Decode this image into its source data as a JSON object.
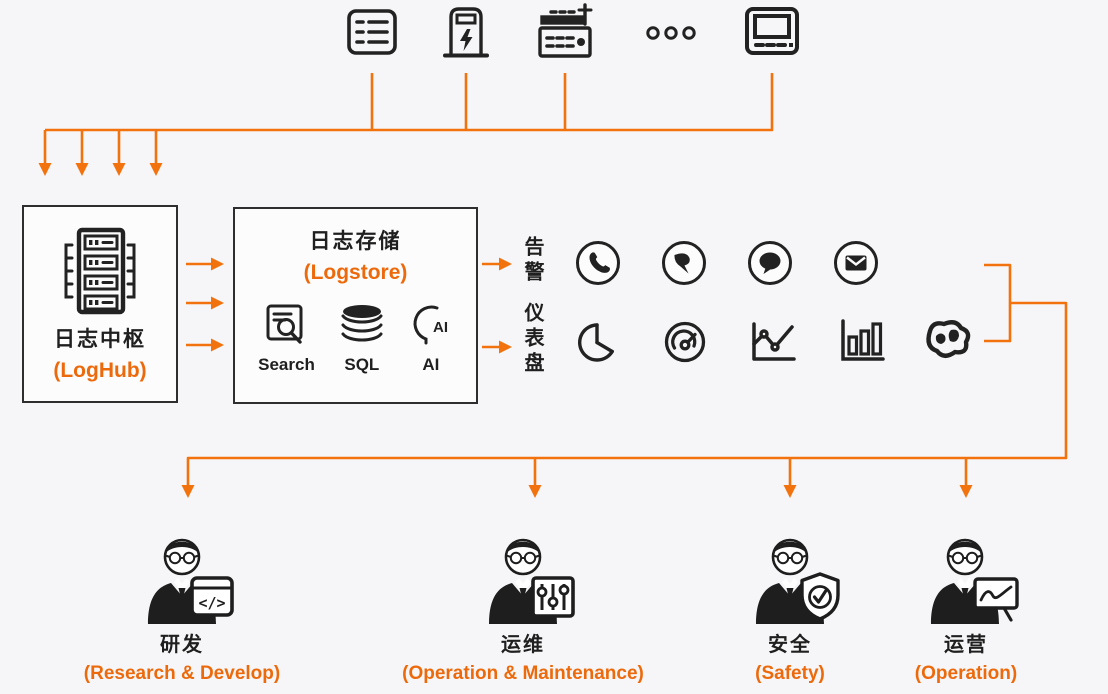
{
  "colors": {
    "accent_text": "#ED6A0C",
    "accent_line": "#F2720E",
    "ink": "#1F1F1F",
    "background": "#F6F6F8"
  },
  "sources": {
    "items": [
      {
        "icon": "server-logs-icon"
      },
      {
        "icon": "power-station-icon"
      },
      {
        "icon": "radio-gateway-icon"
      },
      {
        "icon": "more-dots-icon"
      },
      {
        "icon": "terminal-display-icon"
      }
    ]
  },
  "loghub": {
    "title_zh": "日志中枢",
    "title_en": "(LogHub)",
    "icon": "server-rack-icon"
  },
  "logstore": {
    "title_zh": "日志存储",
    "title_en": "(Logstore)",
    "features": [
      {
        "label": "Search",
        "icon": "search-doc-icon"
      },
      {
        "label": "SQL",
        "icon": "database-icon"
      },
      {
        "label": "AI",
        "icon": "ai-head-icon"
      }
    ]
  },
  "outputs": {
    "alert": {
      "label": "告警",
      "channels": [
        {
          "icon": "phone-icon"
        },
        {
          "icon": "dingtalk-wing-icon"
        },
        {
          "icon": "sms-bubble-icon"
        },
        {
          "icon": "email-icon"
        }
      ]
    },
    "dashboard": {
      "label": "仪表盘",
      "widgets": [
        {
          "icon": "pie-chart-icon"
        },
        {
          "icon": "gauge-icon"
        },
        {
          "icon": "line-chart-icon"
        },
        {
          "icon": "bar-chart-icon"
        },
        {
          "icon": "map-icon"
        }
      ]
    }
  },
  "roles": [
    {
      "zh": "研发",
      "en": "(Research & Develop)",
      "icon": "code-window-icon"
    },
    {
      "zh": "运维",
      "en": "(Operation & Maintenance)",
      "icon": "sliders-panel-icon"
    },
    {
      "zh": "安全",
      "en": "(Safety)",
      "icon": "shield-check-icon"
    },
    {
      "zh": "运营",
      "en": "(Operation)",
      "icon": "presentation-chart-icon"
    }
  ]
}
